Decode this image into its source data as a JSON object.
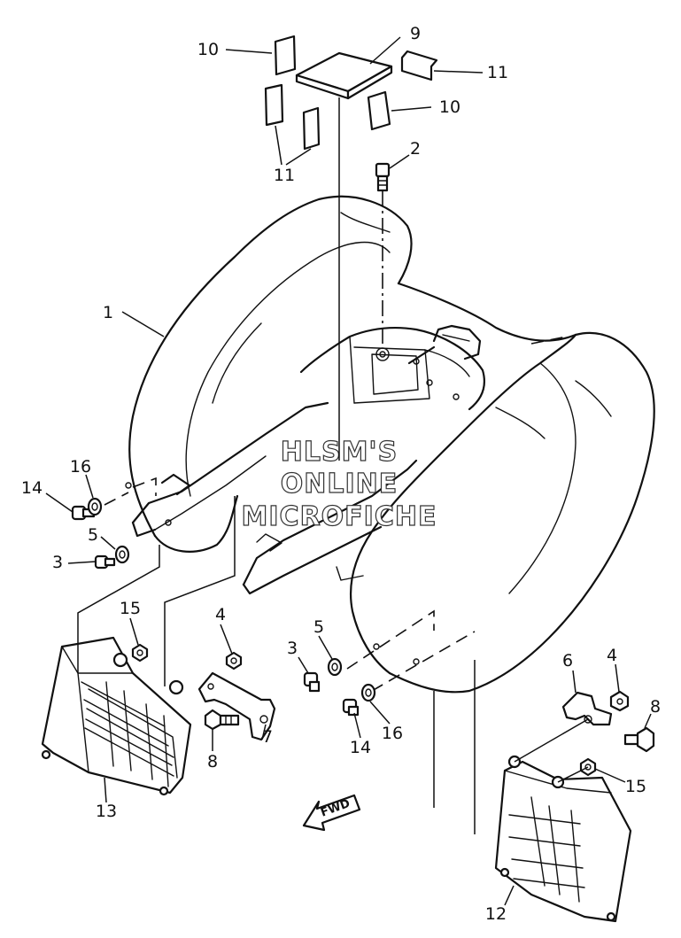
{
  "callouts": {
    "c1": "1",
    "c2": "2",
    "c3a": "3",
    "c3b": "3",
    "c4a": "4",
    "c4b": "4",
    "c5a": "5",
    "c5b": "5",
    "c6": "6",
    "c7": "7",
    "c8a": "8",
    "c8b": "8",
    "c9": "9",
    "c10a": "10",
    "c10b": "10",
    "c11a": "11",
    "c11b": "11",
    "c12": "12",
    "c13": "13",
    "c14a": "14",
    "c14b": "14",
    "c15a": "15",
    "c15b": "15",
    "c16a": "16",
    "c16b": "16"
  },
  "watermark": {
    "line1": "HLSM'S",
    "line2": "ONLINE",
    "line3": "MICROFICHE"
  },
  "fwd_label": "FWD"
}
